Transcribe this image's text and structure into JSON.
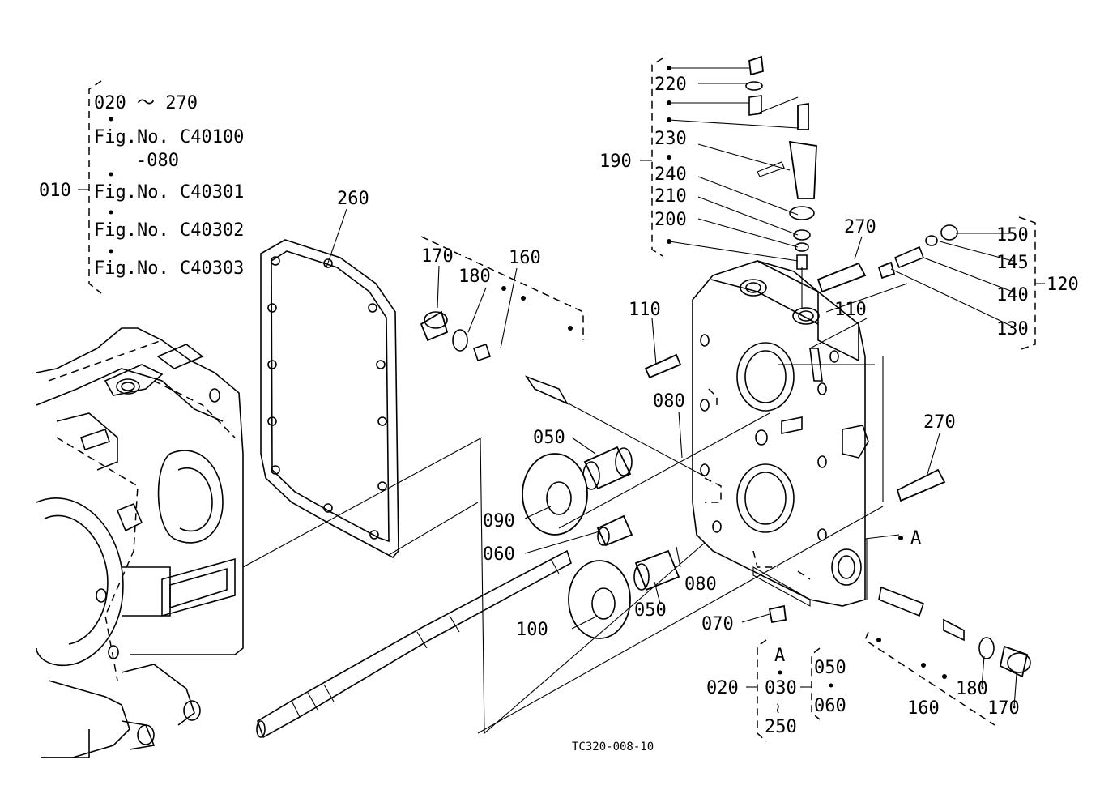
{
  "diagram": {
    "footer_code": "TC320-008-10",
    "group_010": {
      "number": "010",
      "range": "020 ～ 270",
      "refs": [
        "Fig.No. C40100",
        "-080",
        "Fig.No. C40301",
        "Fig.No. C40302",
        "Fig.No. C40303"
      ]
    },
    "group_020": {
      "number": "020",
      "col1": [
        "A",
        "030",
        "250"
      ],
      "col2": [
        "050",
        "060"
      ]
    },
    "group_120": {
      "number": "120",
      "items": [
        "150",
        "145",
        "140",
        "130"
      ]
    },
    "group_190": {
      "number": "190",
      "items": [
        "220",
        "230",
        "240",
        "210",
        "200"
      ]
    },
    "group_160_upper": {
      "number": "160",
      "items": [
        "170",
        "180"
      ]
    },
    "group_160_lower": {
      "number": "160",
      "items": [
        "180",
        "170"
      ]
    },
    "part_labels": {
      "p260": "260",
      "p110a": "110",
      "p110b": "110",
      "p270a": "270",
      "p270b": "270",
      "p080a": "080",
      "p080b": "080",
      "p050a": "050",
      "p050b": "050",
      "p090": "090",
      "p060": "060",
      "p100": "100",
      "p070": "070",
      "refA": "A"
    }
  }
}
